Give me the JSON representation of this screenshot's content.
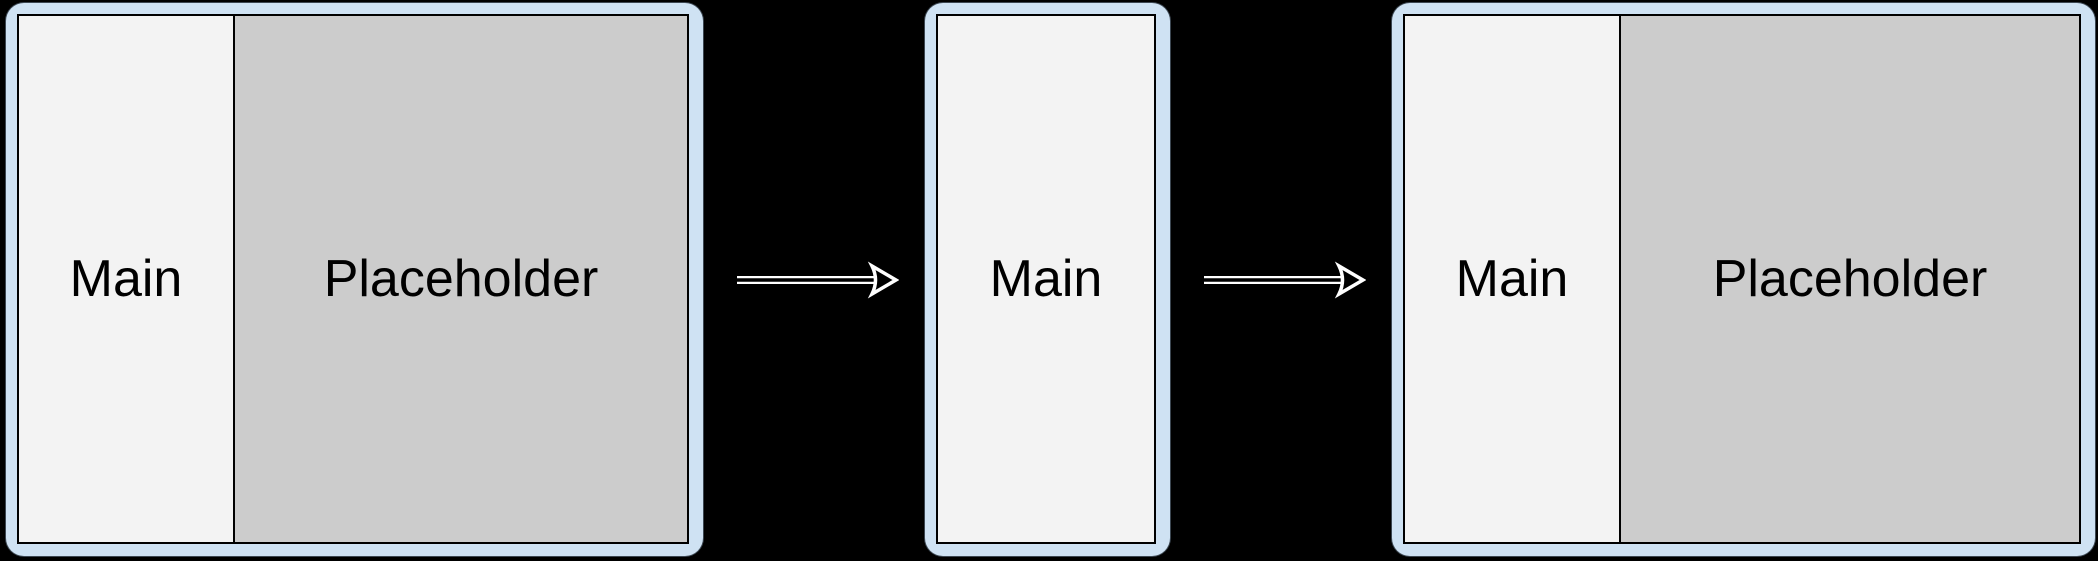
{
  "diagram": {
    "background_color": "#000000",
    "panel_frame_color": "#cfe2f3",
    "main_section_color": "#f3f3f3",
    "placeholder_section_color": "#cccccc",
    "inner_border_color": "#000000",
    "label_color": "#000000",
    "panels": [
      {
        "name": "left-layout",
        "sections": [
          {
            "label": "Main"
          },
          {
            "label": "Placeholder"
          }
        ]
      },
      {
        "name": "collapsed-layout",
        "sections": [
          {
            "label": "Main"
          }
        ]
      },
      {
        "name": "right-layout",
        "sections": [
          {
            "label": "Main"
          },
          {
            "label": "Placeholder"
          }
        ]
      }
    ],
    "arrows": [
      {
        "name": "arrow-1",
        "direction": "right"
      },
      {
        "name": "arrow-2",
        "direction": "right"
      }
    ]
  }
}
